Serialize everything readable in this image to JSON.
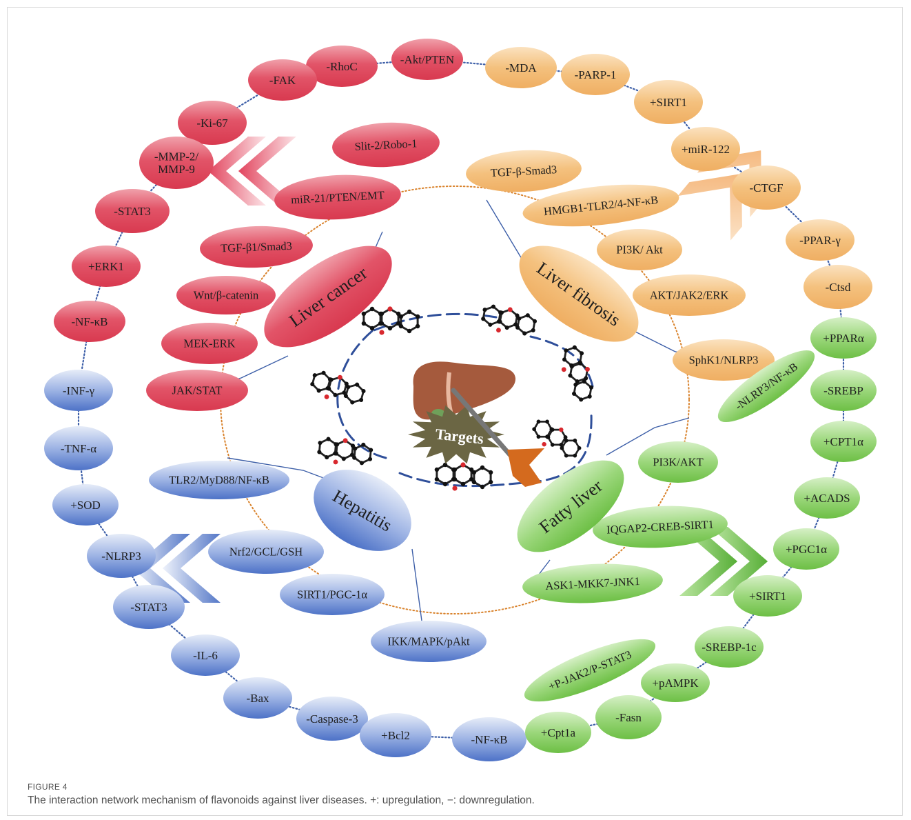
{
  "figure": {
    "label": "FIGURE 4",
    "caption": "The interaction network mechanism of flavonoids against liver diseases. +: upregulation, −: downregulation."
  },
  "colors": {
    "cancer": "#e25468",
    "fibrosis": "#f0b46a",
    "hepatitis": "#5a7fd0",
    "fatty": "#7fc95a",
    "dotted_link": "#3d5fa8",
    "inner_dotted": "#d9822b",
    "solid_link": "#3d5fa8",
    "liver": "#a55a3d",
    "starburst": "#6b6644",
    "arrow_head": "#d46a1e"
  },
  "center": {
    "label": "Targets"
  },
  "diseases": [
    {
      "id": "cancer",
      "label": "Liver cancer"
    },
    {
      "id": "fibrosis",
      "label": "Liver fibrosis"
    },
    {
      "id": "hepatitis",
      "label": "Hepatitis"
    },
    {
      "id": "fatty",
      "label": "Fatty liver"
    }
  ],
  "pathways": {
    "cancer": [
      "Slit-2/Robo-1",
      "miR-21/PTEN/EMT",
      "TGF-β1/Smad3",
      "Wnt/β-catenin",
      "MEK-ERK",
      "JAK/STAT"
    ],
    "fibrosis": [
      "TGF-β-Smad3",
      "HMGB1-TLR2/4-NF-κB",
      "PI3K/ Akt",
      "AKT/JAK2/ERK",
      "SphK1/NLRP3"
    ],
    "hepatitis": [
      "TLR2/MyD88/NF-κB",
      "Nrf2/GCL/GSH",
      "SIRT1/PGC-1α",
      "IKK/MAPK/pAkt"
    ],
    "fatty": [
      "-NLRP3/NF-κB",
      "PI3K/AKT",
      "IQGAP2-CREB-SIRT1",
      "ASK1-MKK7-JNK1",
      "+P-JAK2/P-STAT3"
    ]
  },
  "ring": {
    "cancer": [
      "-Akt/PTEN",
      "-RhoC",
      "-FAK",
      "-Ki-67",
      "-MMP-2/\nMMP-9",
      "-STAT3",
      "+ERK1",
      "-NF-κB"
    ],
    "fibrosis": [
      "-MDA",
      "-PARP-1",
      "+SIRT1",
      "+miR-122",
      "-CTGF",
      "-PPAR-γ",
      "-Ctsd"
    ],
    "hepatitis": [
      "-INF-γ",
      "-TNF-α",
      "+SOD",
      "-NLRP3",
      "-STAT3",
      "-IL-6",
      "-Bax",
      "-Caspase-3",
      "+Bcl2",
      "-NF-κB"
    ],
    "fatty": [
      "+PPARα",
      "-SREBP",
      "+CPT1α",
      "+ACADS",
      "+PGC1α",
      "+SIRT1",
      "-SREBP-1c",
      "+pAMPK",
      "-Fasn",
      "+Cpt1a"
    ]
  }
}
